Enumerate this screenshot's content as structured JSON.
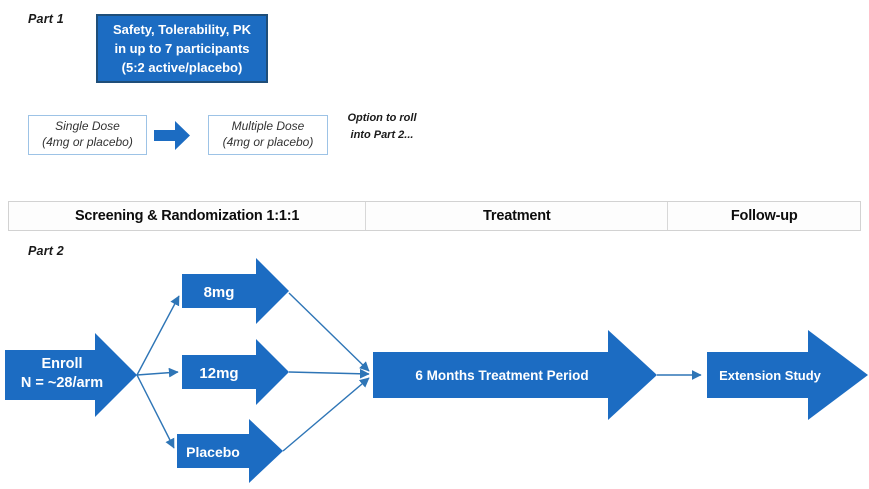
{
  "part1": {
    "label": "Part 1",
    "summary_box": {
      "line1": "Safety, Tolerability, PK",
      "line2": "in up to 7 participants",
      "line3": "(5:2 active/placebo)"
    },
    "single_dose": {
      "line1": "Single Dose",
      "line2": "(4mg or placebo)"
    },
    "multiple_dose": {
      "line1": "Multiple Dose",
      "line2": "(4mg or placebo)"
    },
    "option_note": {
      "line1": "Option to roll",
      "line2": "into Part 2..."
    }
  },
  "phase_bar": {
    "screening": "Screening & Randomization 1:1:1",
    "treatment": "Treatment",
    "followup": "Follow-up"
  },
  "part2": {
    "label": "Part 2",
    "enroll": {
      "line1": "Enroll",
      "line2": "N = ~28/arm"
    },
    "arms": [
      "8mg",
      "12mg",
      "Placebo"
    ],
    "treatment_period": "6 Months Treatment Period",
    "extension": "Extension Study"
  },
  "colors": {
    "arrow_blue": "#1c6cc2",
    "dark_border": "#1f4e79",
    "light_border": "#9dc3e6",
    "connector": "#2e75b6"
  }
}
